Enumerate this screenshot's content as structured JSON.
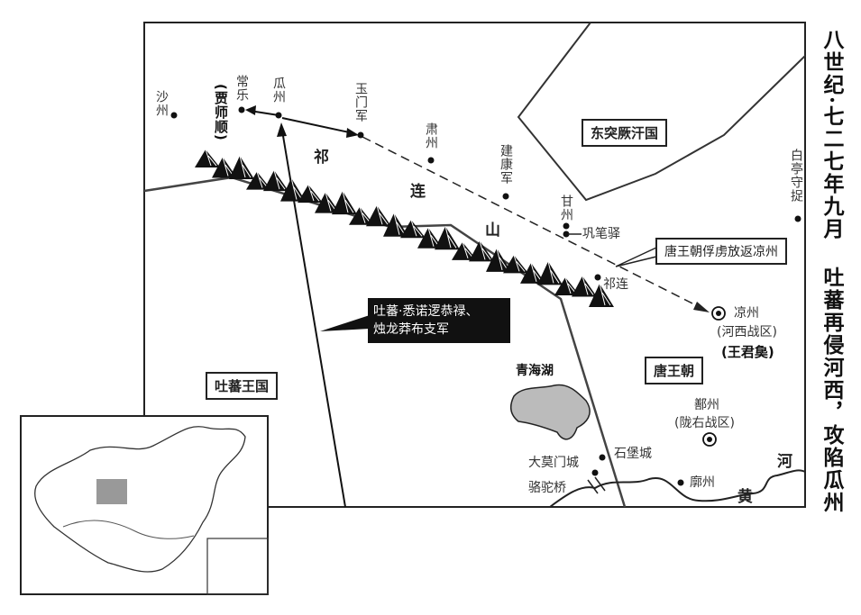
{
  "title": {
    "line1": "八世纪·七二七年九月",
    "line2": "吐蕃再侵河西，攻陷瓜州"
  },
  "regions": {
    "east_turks": "东突厥汗国",
    "tibet": "吐蕃王国",
    "tang": "唐王朝"
  },
  "places": {
    "shazhou": "沙州",
    "changle": "常乐",
    "jia_shishun": "(贾师顺)",
    "guazhou": "瓜州",
    "yumenjun": "玉门军",
    "suzhou": "肃州",
    "jiankangjun": "建康军",
    "ganzhou": "甘州",
    "gongbiyi": "巩笔驿",
    "qilian": "祁连",
    "liangzhou": "凉州",
    "hexi_zone": "(河西战区)",
    "wang_junchuo": "(王君㚟)",
    "baiting": "白亭守捉",
    "qinghai_lake": "青海湖",
    "shanzhou": "鄯州",
    "longyou_zone": "(陇右战区)",
    "shibaocheng": "石堡城",
    "damomencheng": "大莫门城",
    "luotuoqiao": "骆驼桥",
    "kuozhou": "廓州"
  },
  "mountains": [
    "祁",
    "连",
    "山"
  ],
  "river": [
    "黄",
    "河"
  ],
  "callouts": {
    "tang_release": "唐王朝俘虏放返凉州",
    "tibet_army_1": "吐蕃·悉诺逻恭禄、",
    "tibet_army_2": "烛龙莽布支军"
  }
}
